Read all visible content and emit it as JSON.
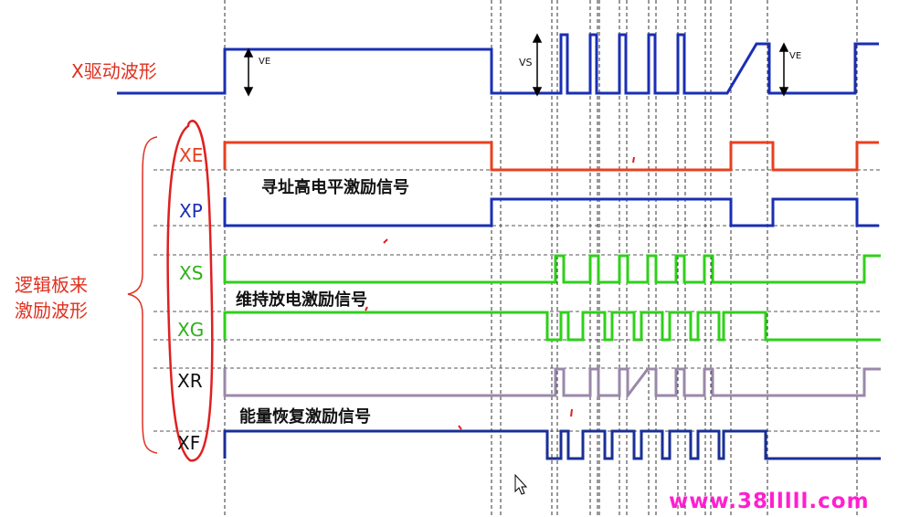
{
  "title": "X驱动波形",
  "group_label": {
    "line1": "逻辑板来",
    "line2": "激励波形"
  },
  "annotations": {
    "ve_left": "VE",
    "vs": "VS",
    "ve_right": "VE"
  },
  "notes": {
    "address": "寻址高电平激励信号",
    "sustain": "维持放电激励信号",
    "recovery": "能量恢复激励信号"
  },
  "signals": [
    {
      "id": "XE",
      "label": "XE",
      "color": "#e8401f"
    },
    {
      "id": "XP",
      "label": "XP",
      "color": "#1a2fb4"
    },
    {
      "id": "XS",
      "label": "XS",
      "color": "#2fd01a"
    },
    {
      "id": "XG",
      "label": "XG",
      "color": "#2fd01a"
    },
    {
      "id": "XR",
      "label": "XR",
      "color": "#9a88a8"
    },
    {
      "id": "XF",
      "label": "XF",
      "color": "#1a2f96"
    }
  ],
  "colors": {
    "drive_wave": "#1a2fb4",
    "guide_lines": "#333333",
    "ellipse": "#e02020",
    "watermark": "#ff1fd0"
  },
  "watermark": "www.38lllll.com"
}
